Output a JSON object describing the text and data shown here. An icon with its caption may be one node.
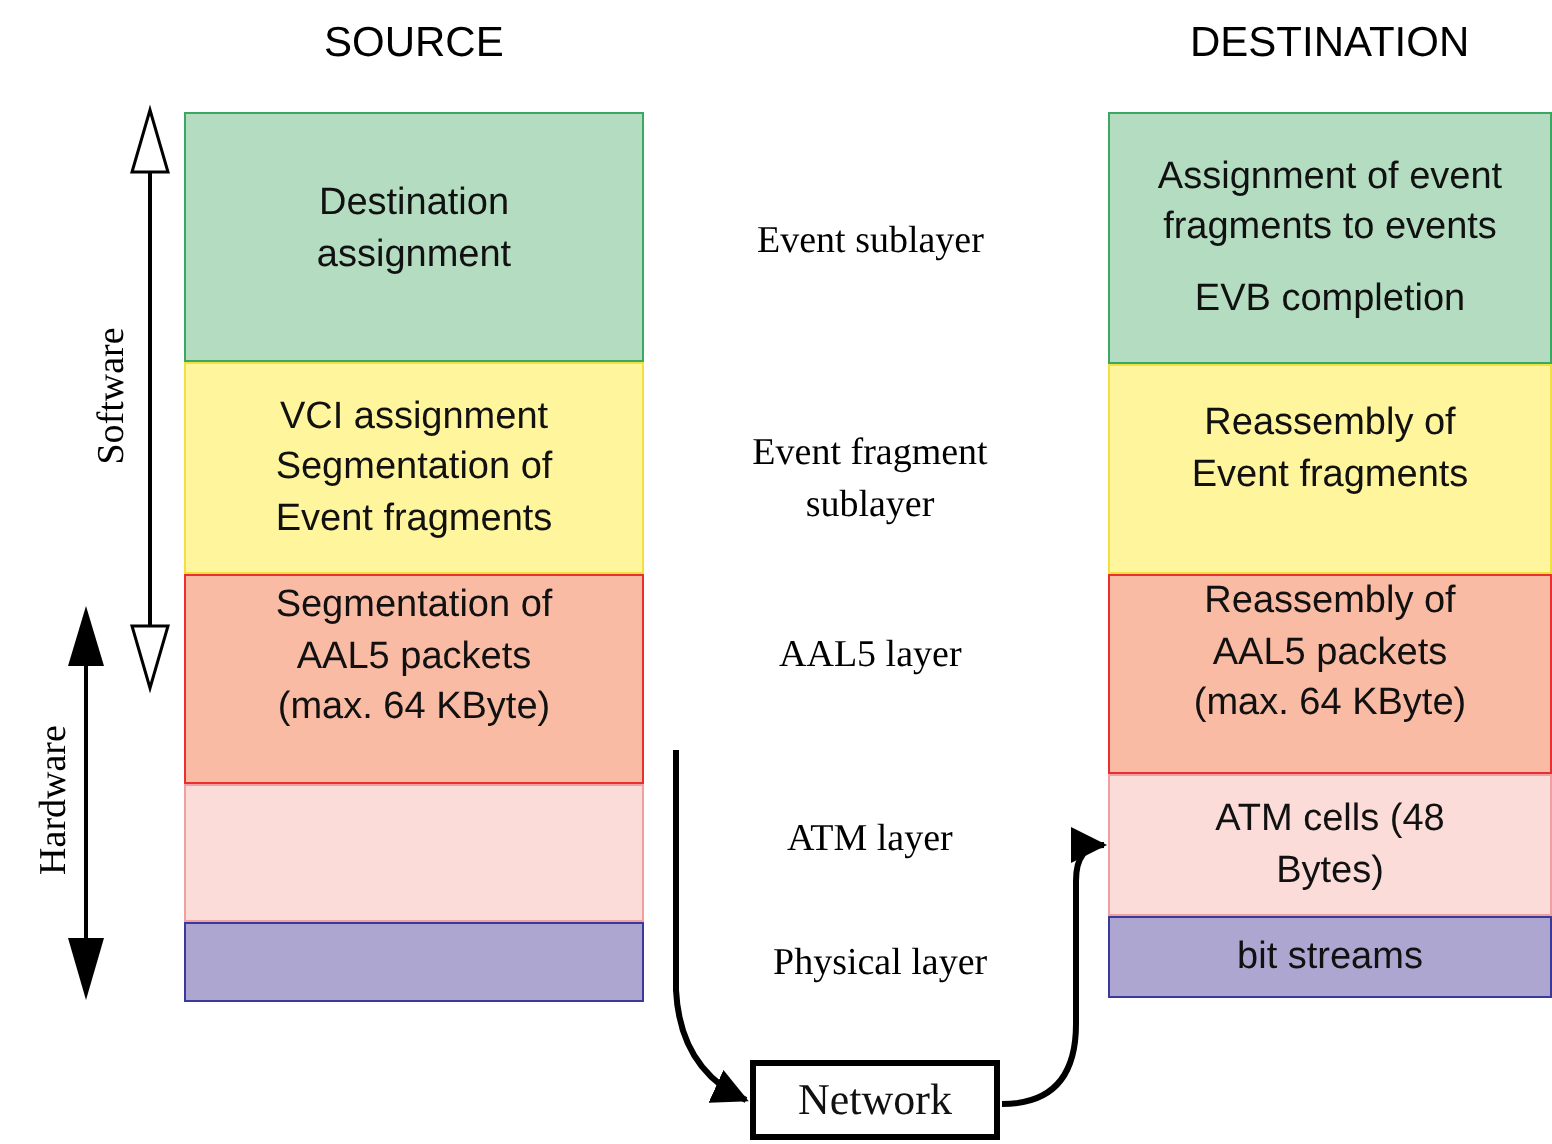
{
  "diagram": {
    "nodes": [
      {
        "text": [
          "Destination assignment"
        ]
      },
      {
        "text": [
          "VCI assignment",
          "Segmentation of Event fragments"
        ]
      },
      {
        "text": [
          "Segmentation of AAL5 packets (max. 64 KByte)"
        ]
      },
      {
        "text": [],
        "shape": "box"
      },
      {
        "text": [],
        "shape": "box"
      },
      {
        "text": [
          "Assignment of event fragments to events",
          "EVB completion"
        ]
      },
      {
        "text": [
          "Reassembly of Event fragments"
        ]
      },
      {
        "text": [
          "Reassembly of AAL5 packets (max. 64 KByte)"
        ]
      },
      {
        "text": [
          "ATM cells (48 Bytes)"
        ]
      },
      {
        "text": [
          "bit streams"
        ]
      },
      {
        "text": [
          "Network"
        ]
      }
    ],
    "edges": [
      {
        "from": null,
        "to": 10,
        "arrow": "to"
      },
      {
        "from": 10,
        "to": 8,
        "arrow": "to"
      }
    ],
    "labels": [
      "SOURCE",
      "DESTINATION",
      "Event sublayer",
      "Software",
      "Event fragment sublayer",
      "AAL5 layer",
      "Hardware",
      "ATM layer",
      "Physical layer"
    ]
  }
}
